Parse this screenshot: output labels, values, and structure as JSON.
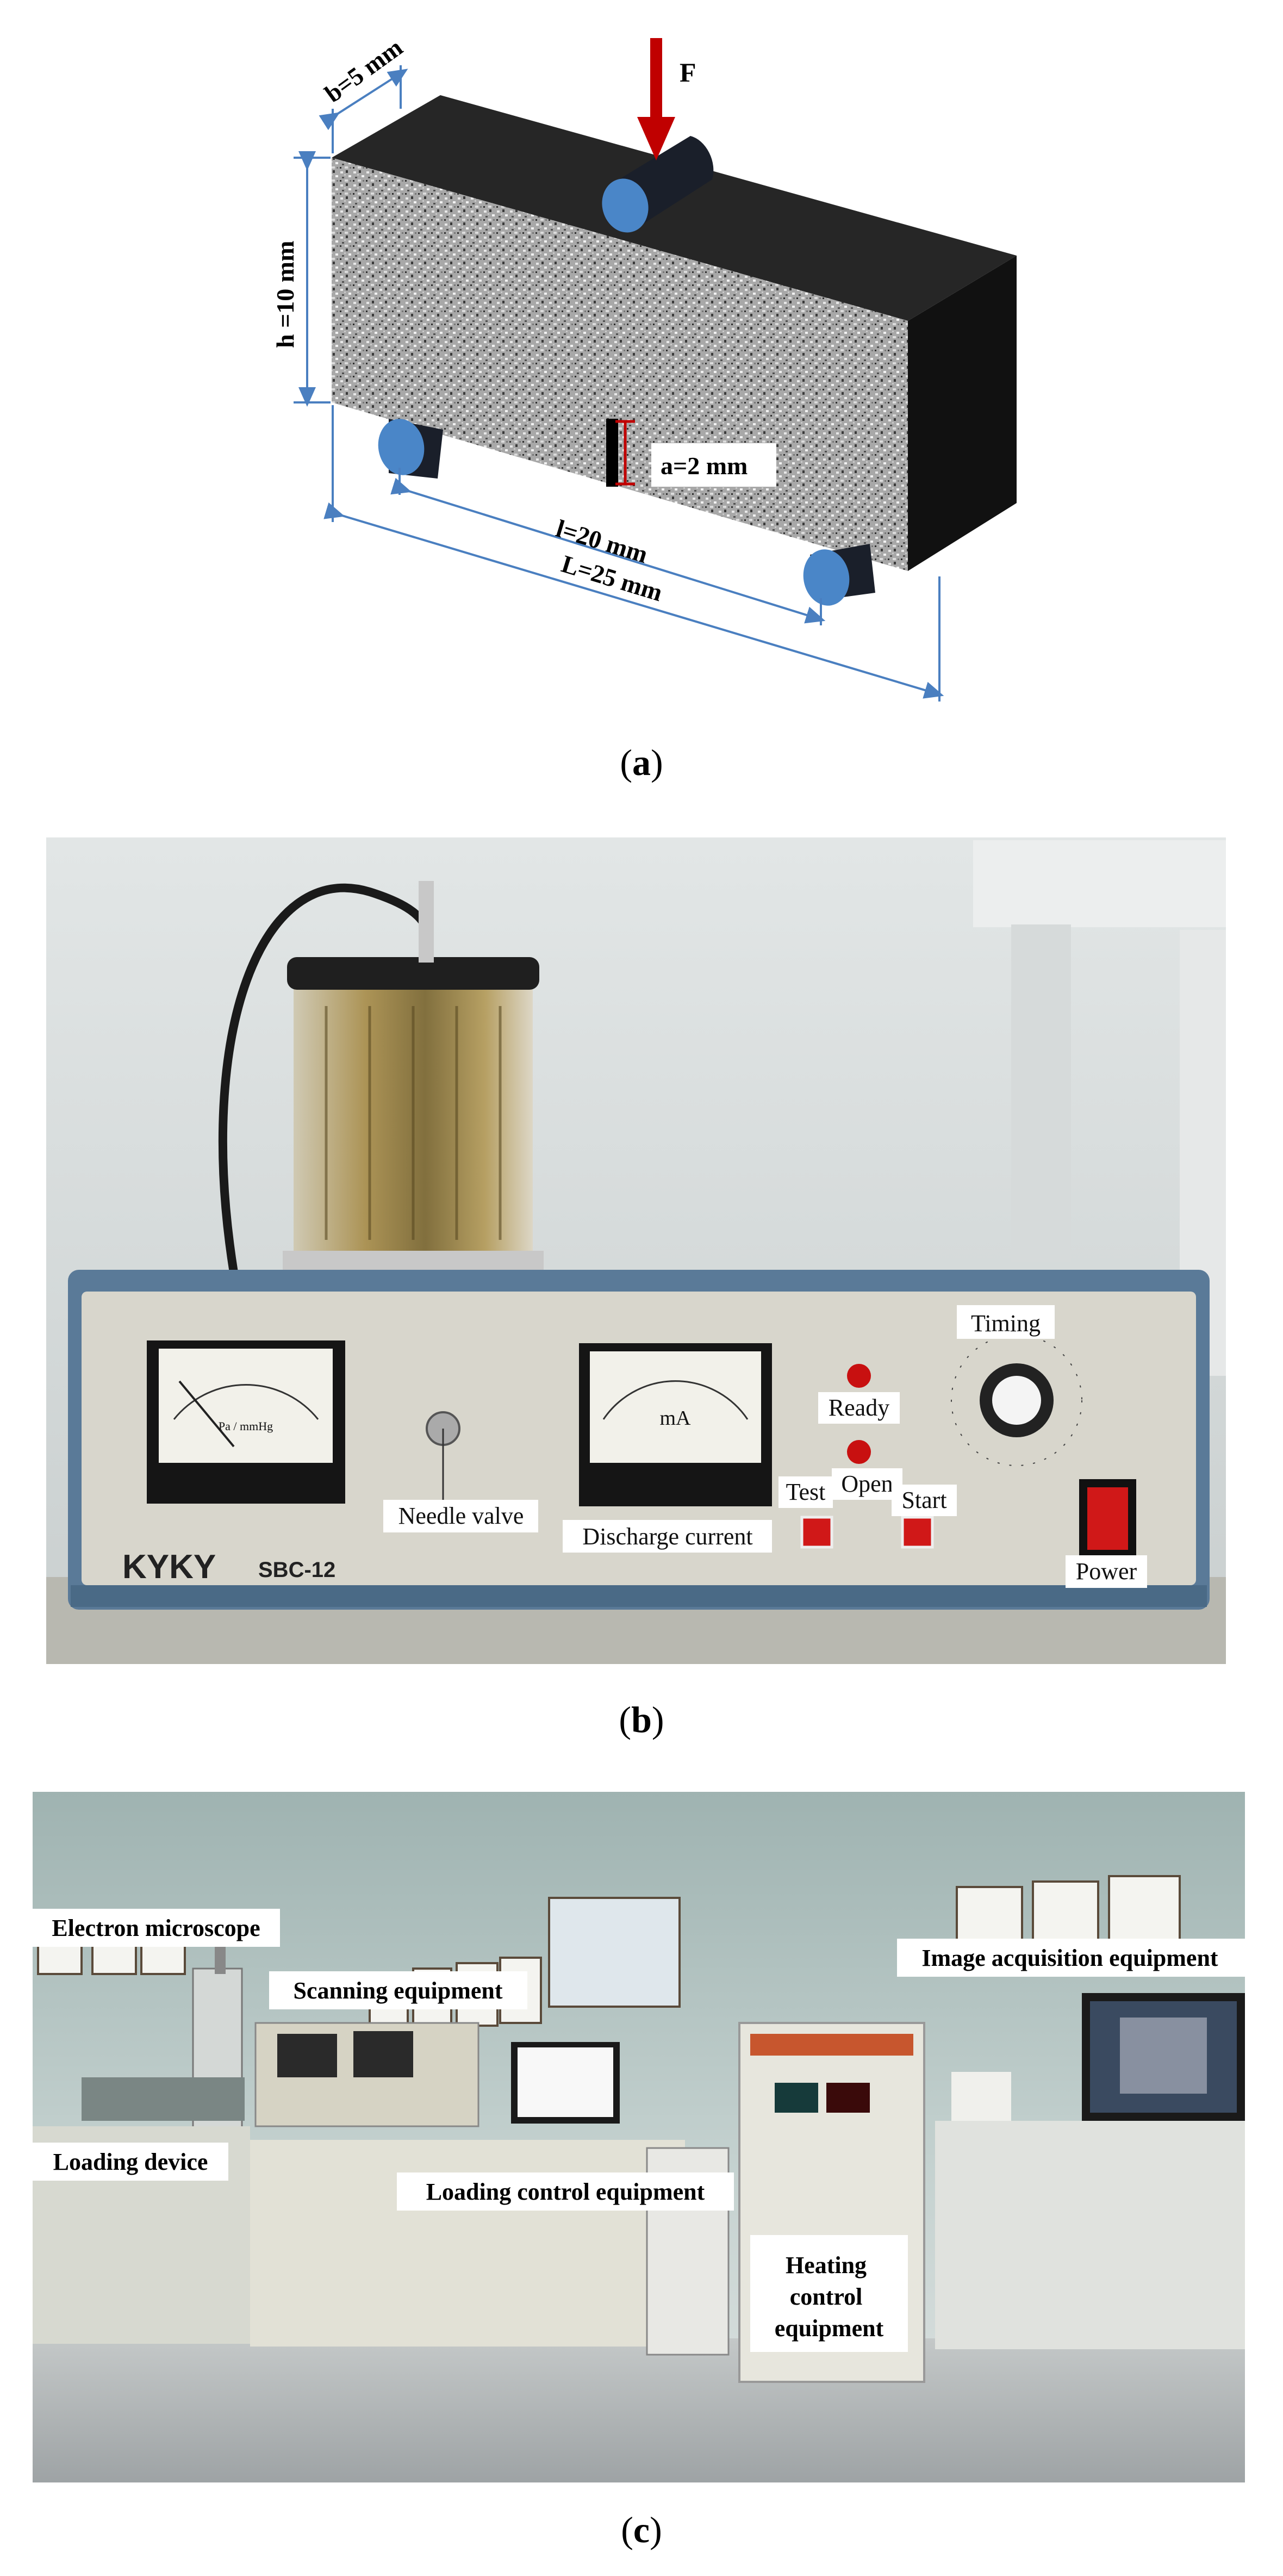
{
  "panel_a": {
    "force": "F",
    "width": "b=5 mm",
    "height": "h =10 mm",
    "notch": "a=2 mm",
    "span": "l=20 mm",
    "length": "L=25 mm",
    "caption_open": "(",
    "caption_letter": "a",
    "caption_close": ")"
  },
  "panel_b": {
    "brand": "KYKY",
    "model": "SBC-12",
    "meter1_unit": "Pa / mmHg",
    "meter2_unit": "mA",
    "labels": {
      "timing": "Timing",
      "ready": "Ready",
      "open": "Open",
      "test": "Test",
      "start": "Start",
      "needle_valve": "Needle valve",
      "discharge_current": "Discharge current",
      "power": "Power"
    },
    "caption_open": "(",
    "caption_letter": "b",
    "caption_close": ")"
  },
  "panel_c": {
    "labels": {
      "electron_microscope": "Electron microscope",
      "scanning_equipment": "Scanning equipment",
      "image_acquisition": "Image acquisition equipment",
      "loading_device": "Loading device",
      "loading_control": "Loading control equipment",
      "heating_control_1": "Heating",
      "heating_control_2": "control",
      "heating_control_3": "equipment"
    },
    "caption_open": "(",
    "caption_letter": "c",
    "caption_close": ")"
  },
  "colors": {
    "dimension_line": "#4a7fc0",
    "force_arrow": "#c00000",
    "roller": "#4a86c8",
    "instrument_body": "#5a7a98",
    "indicator_red": "#d01818"
  }
}
